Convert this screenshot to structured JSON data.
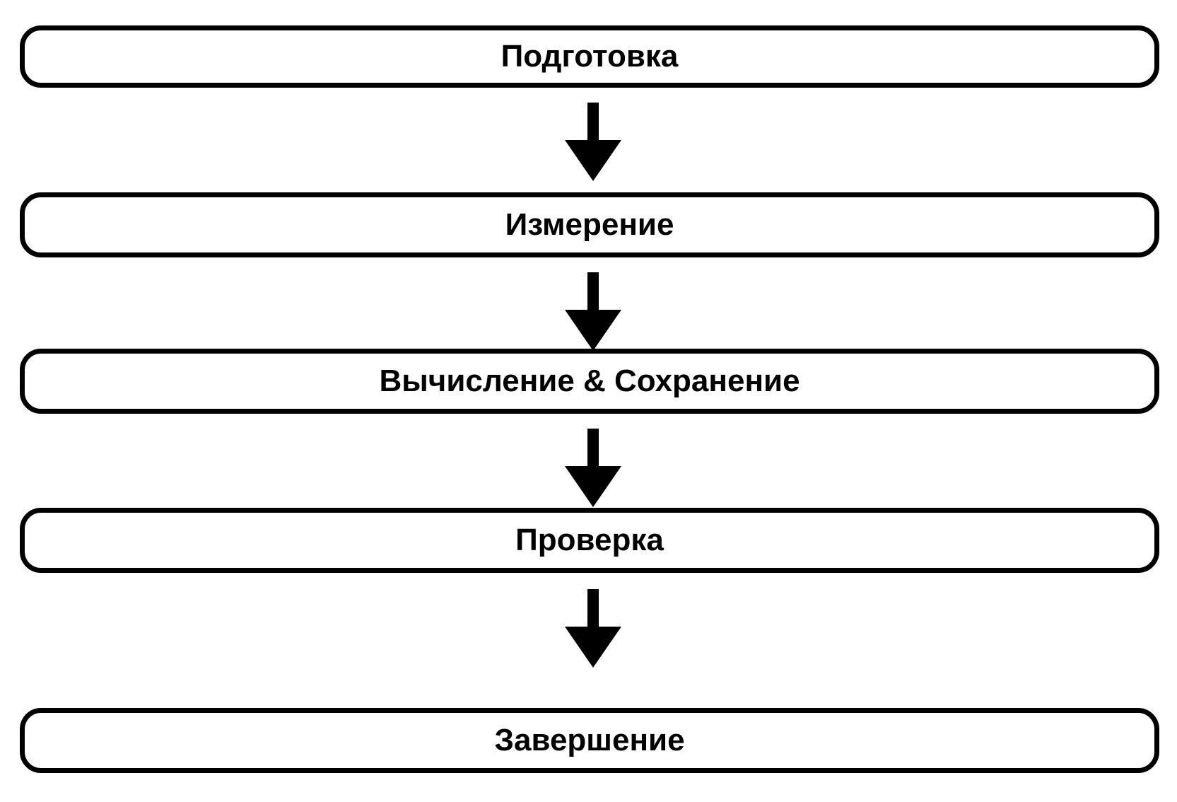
{
  "diagram": {
    "type": "flowchart",
    "orientation": "vertical",
    "title": "",
    "colors": {
      "background": "#ffffff",
      "node_fill": "#ffffff",
      "node_stroke": "#000000",
      "text": "#000000",
      "arrow": "#000000"
    },
    "nodes": [
      {
        "id": "n1",
        "label": "Подготовка",
        "shape": "rounded-rectangle"
      },
      {
        "id": "n2",
        "label": "Измерение",
        "shape": "rounded-rectangle"
      },
      {
        "id": "n3",
        "label": "Вычисление & Сохранение",
        "shape": "rounded-rectangle"
      },
      {
        "id": "n4",
        "label": "Проверка",
        "shape": "rounded-rectangle"
      },
      {
        "id": "n5",
        "label": "Завершение",
        "shape": "rounded-rectangle"
      }
    ],
    "edges": [
      {
        "id": "a1",
        "from": "n1",
        "to": "n2",
        "label": "",
        "marker": "arrow-down-icon"
      },
      {
        "id": "a2",
        "from": "n2",
        "to": "n3",
        "label": "",
        "marker": "arrow-down-icon"
      },
      {
        "id": "a3",
        "from": "n3",
        "to": "n4",
        "label": "",
        "marker": "arrow-down-icon"
      },
      {
        "id": "a4",
        "from": "n4",
        "to": "n5",
        "label": "",
        "marker": "arrow-down-icon"
      }
    ]
  }
}
